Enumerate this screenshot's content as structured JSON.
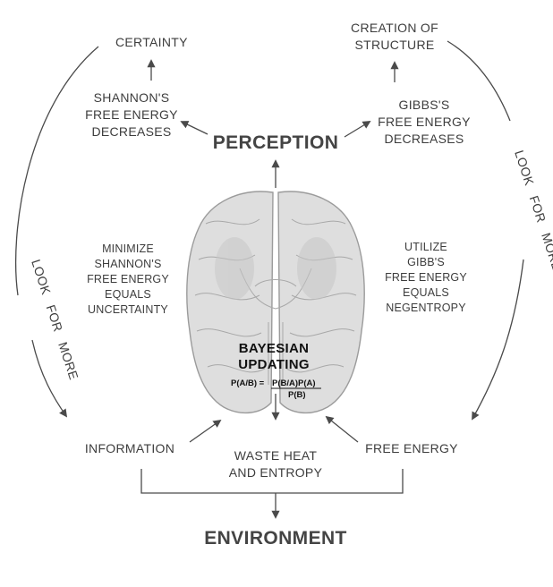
{
  "diagram": {
    "certainty": "CERTAINTY",
    "creation_of_structure": [
      "CREATION OF",
      "STRUCTURE"
    ],
    "shannon_decreases": [
      "SHANNON'S",
      "FREE ENERGY",
      "DECREASES"
    ],
    "gibbs_decreases": [
      "GIBBS'S",
      "FREE ENERGY",
      "DECREASES"
    ],
    "perception": "PERCEPTION",
    "look_for_more_left": "LOOK FOR MORE",
    "look_for_more_right": "LOOK FOR MORE",
    "minimize": [
      "MINIMIZE",
      "SHANNON'S",
      "FREE ENERGY",
      "EQUALS",
      "UNCERTAINTY"
    ],
    "utilize": [
      "UTILIZE",
      "GIBB'S",
      "FREE ENERGY",
      "EQUALS",
      "NEGENTROPY"
    ],
    "bayesian": [
      "BAYESIAN",
      "UPDATING"
    ],
    "formula_left": "P(A/B) =",
    "formula_num": "P(B/A)P(A)",
    "formula_den": "P(B)",
    "information": "INFORMATION",
    "waste_heat": [
      "WASTE HEAT",
      "AND ENTROPY"
    ],
    "free_energy": "FREE ENERGY",
    "environment": "ENVIRONMENT",
    "colors": {
      "text": "#3d3d3d",
      "arrow": "#4a4a4a",
      "brain": "#9a9a9a"
    }
  }
}
